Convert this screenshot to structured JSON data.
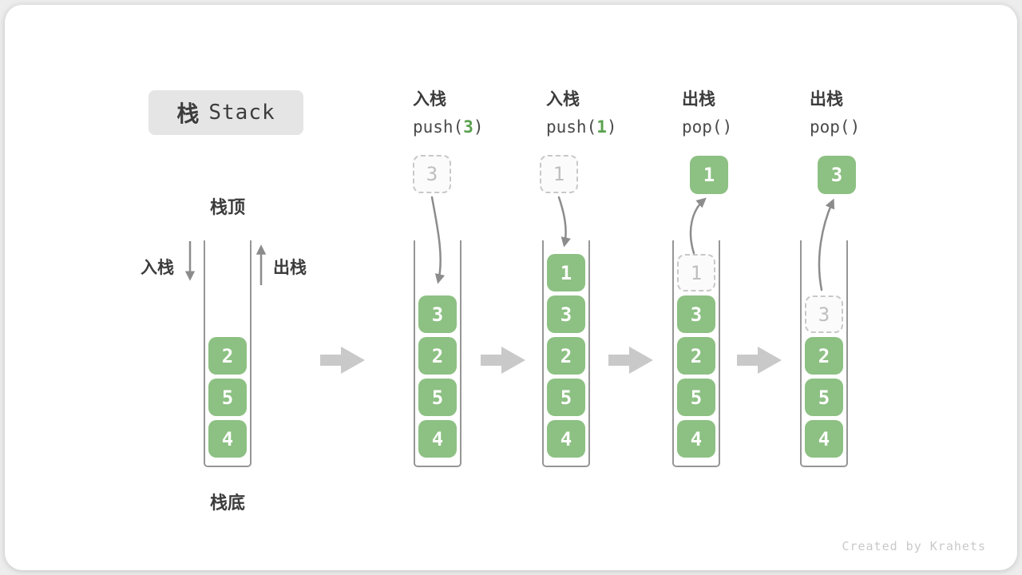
{
  "title": {
    "zh": "栈",
    "en": "Stack"
  },
  "labels": {
    "stack_top": "栈顶",
    "stack_bottom": "栈底",
    "push": "入栈",
    "pop": "出栈"
  },
  "operations": [
    {
      "name": "入栈",
      "code": "push(",
      "arg": "3",
      "close": ")"
    },
    {
      "name": "入栈",
      "code": "push(",
      "arg": "1",
      "close": ")"
    },
    {
      "name": "出栈",
      "code": "pop()",
      "arg": "",
      "close": ""
    },
    {
      "name": "出栈",
      "code": "pop()",
      "arg": "",
      "close": ""
    }
  ],
  "floating": [
    {
      "value": "3",
      "style": "ghost"
    },
    {
      "value": "1",
      "style": "ghost"
    },
    {
      "value": "1",
      "style": "solid"
    },
    {
      "value": "3",
      "style": "solid"
    }
  ],
  "stacks": [
    {
      "items": [
        "2",
        "5",
        "4"
      ]
    },
    {
      "items": [
        "3",
        "2",
        "5",
        "4"
      ]
    },
    {
      "items": [
        "1",
        "3",
        "2",
        "5",
        "4"
      ]
    },
    {
      "ghost": "1",
      "items": [
        "3",
        "2",
        "5",
        "4"
      ]
    },
    {
      "ghost": "3",
      "items": [
        "2",
        "5",
        "4"
      ]
    }
  ],
  "watermark": "Created by Krahets",
  "colors": {
    "green": "#8DC083",
    "green_text": "#5BA14F",
    "ink": "#3C3C3C",
    "code_ink": "#4A4A4A",
    "wall": "#969696",
    "arrow": "#8C8C8C",
    "block_arrow": "#C9C9C9",
    "ghost_border": "#C8C8C8",
    "ghost_text": "#BEBEBE",
    "ghost_bg": "#FBFBFB",
    "title_bg": "#E5E5E5",
    "watermark": "#C9C9C9"
  }
}
